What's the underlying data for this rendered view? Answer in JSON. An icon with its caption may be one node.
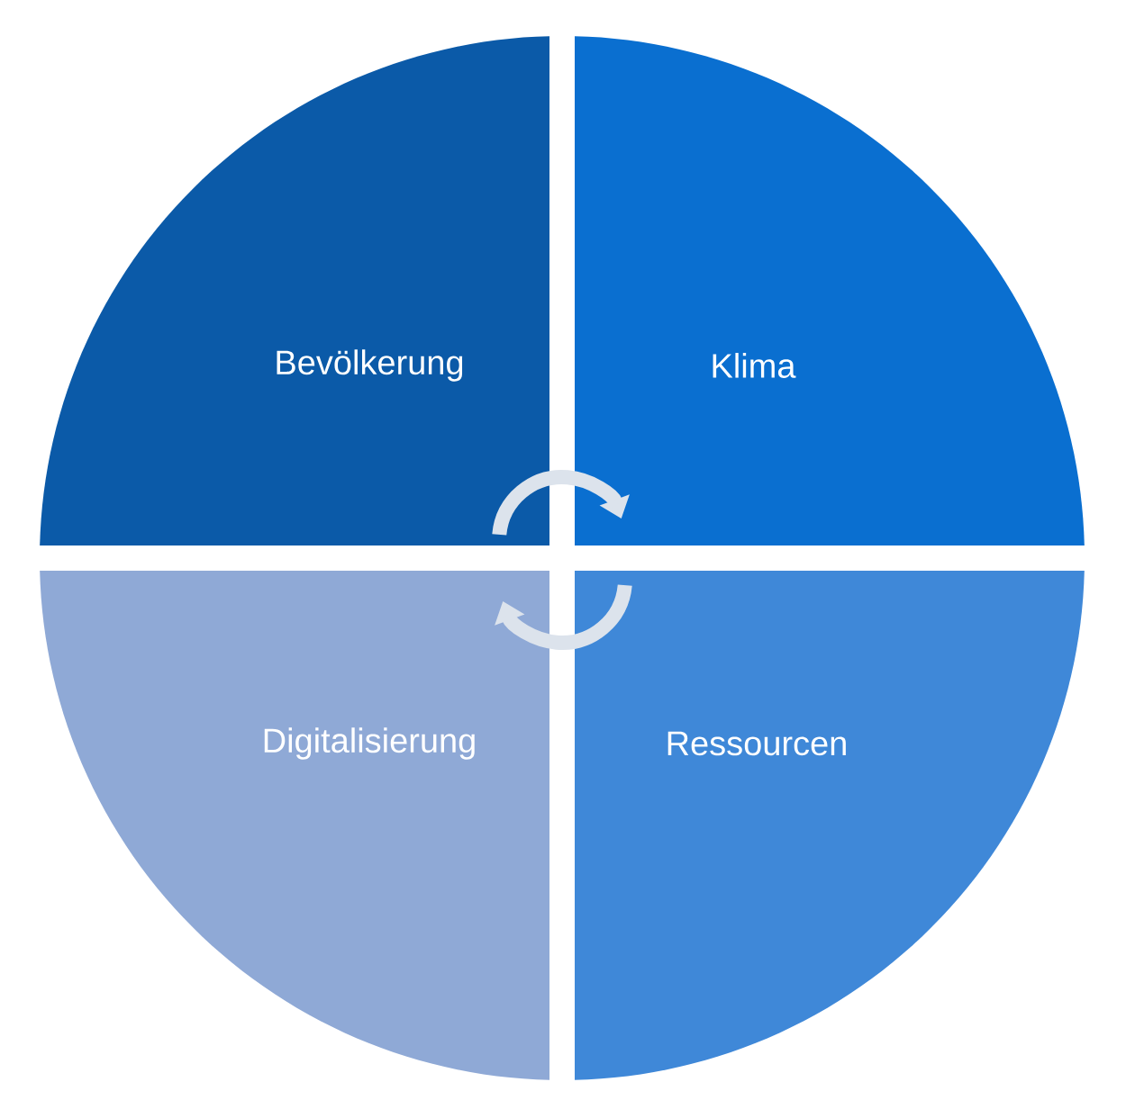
{
  "diagram": {
    "nodes": [
      {
        "text": [
          "Bevölkerung"
        ]
      },
      {
        "text": [
          "Klima"
        ]
      },
      {
        "text": [
          "Digitalisierung"
        ]
      },
      {
        "text": [
          "Ressourcen"
        ]
      }
    ],
    "edges": [
      {
        "from": 0,
        "to": 1,
        "arrow": "to"
      },
      {
        "from": 3,
        "to": 2,
        "arrow": "to"
      }
    ]
  }
}
